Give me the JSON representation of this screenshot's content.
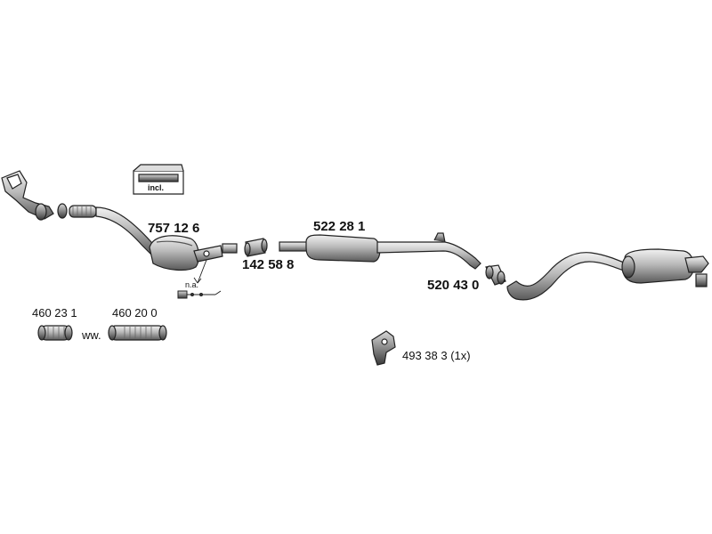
{
  "parts": {
    "catalytic_converter": "757 12 6",
    "front_connector": "142 58 8",
    "middle_silencer": "522 28 1",
    "rear_connector": "520 43 0",
    "hanger": "493 38 3 (1x)",
    "repair_pipe_a": "460 23 1",
    "repair_pipe_b": "460 20 0"
  },
  "kit_box_label": "incl.",
  "sensor_note": "n.a.",
  "alternative_note": "ww."
}
